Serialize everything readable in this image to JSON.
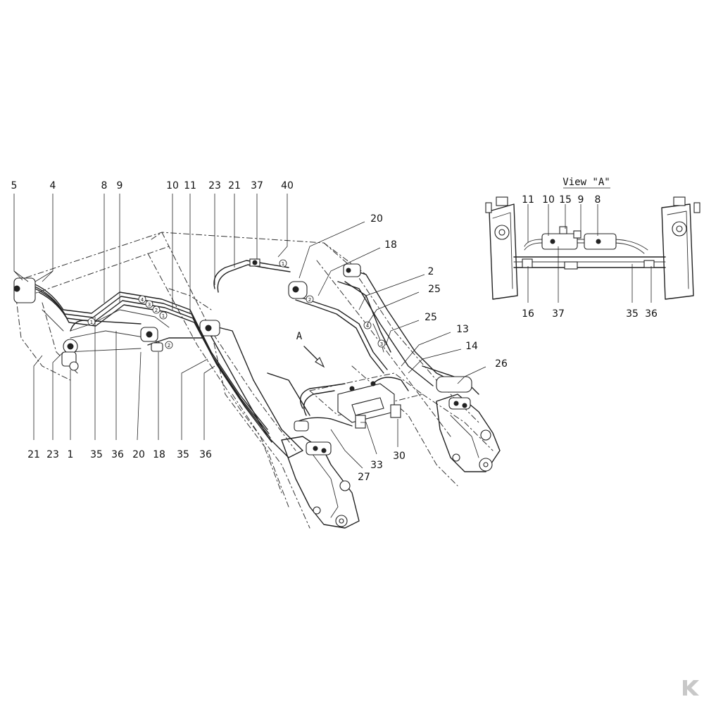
{
  "view_title": "View \"A\"",
  "arrow_label": "A",
  "callouts_main": [
    {
      "id": "c5",
      "text": "5"
    },
    {
      "id": "c4",
      "text": "4"
    },
    {
      "id": "c8",
      "text": "8"
    },
    {
      "id": "c9",
      "text": "9"
    },
    {
      "id": "c10",
      "text": "10"
    },
    {
      "id": "c11",
      "text": "11"
    },
    {
      "id": "c23t",
      "text": "23"
    },
    {
      "id": "c21t",
      "text": "21"
    },
    {
      "id": "c37",
      "text": "37"
    },
    {
      "id": "c40",
      "text": "40"
    },
    {
      "id": "c20r",
      "text": "20"
    },
    {
      "id": "c18r",
      "text": "18"
    },
    {
      "id": "c2",
      "text": "2"
    },
    {
      "id": "c25a",
      "text": "25"
    },
    {
      "id": "c25b",
      "text": "25"
    },
    {
      "id": "c13",
      "text": "13"
    },
    {
      "id": "c14",
      "text": "14"
    },
    {
      "id": "c26",
      "text": "26"
    },
    {
      "id": "c21b",
      "text": "21"
    },
    {
      "id": "c23b",
      "text": "23"
    },
    {
      "id": "c1",
      "text": "1"
    },
    {
      "id": "c35a",
      "text": "35"
    },
    {
      "id": "c36a",
      "text": "36"
    },
    {
      "id": "c20b",
      "text": "20"
    },
    {
      "id": "c18b",
      "text": "18"
    },
    {
      "id": "c35b",
      "text": "35"
    },
    {
      "id": "c36b",
      "text": "36"
    },
    {
      "id": "c27",
      "text": "27"
    },
    {
      "id": "c33",
      "text": "33"
    },
    {
      "id": "c30",
      "text": "30"
    }
  ],
  "callouts_view_a": [
    {
      "id": "v11",
      "text": "11"
    },
    {
      "id": "v10",
      "text": "10"
    },
    {
      "id": "v15",
      "text": "15"
    },
    {
      "id": "v9",
      "text": "9"
    },
    {
      "id": "v8",
      "text": "8"
    },
    {
      "id": "v16",
      "text": "16"
    },
    {
      "id": "v37",
      "text": "37"
    },
    {
      "id": "v35",
      "text": "35"
    },
    {
      "id": "v36",
      "text": "36"
    }
  ],
  "hose_markers": [
    "1",
    "2",
    "3",
    "4"
  ],
  "logo_icon": "brand-logo-icon"
}
